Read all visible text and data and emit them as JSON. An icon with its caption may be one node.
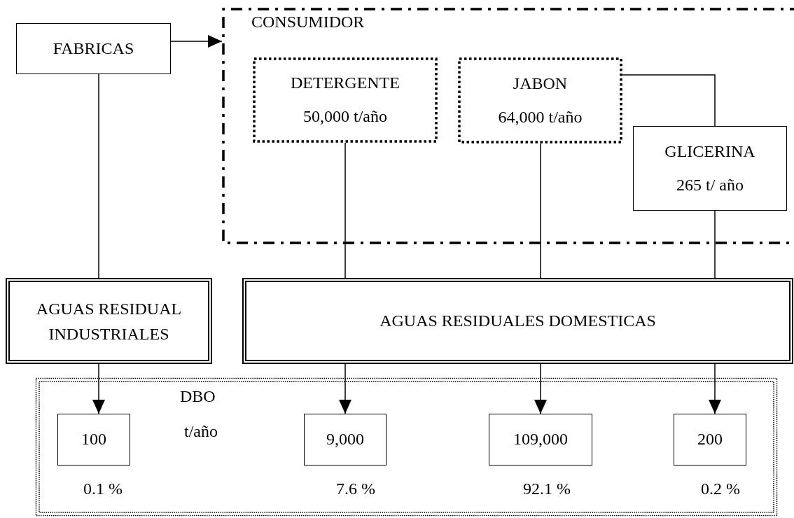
{
  "diagram": {
    "nodes": [
      {
        "text": [
          "FABRICAS"
        ]
      },
      {
        "text": [
          "CONSUMIDOR"
        ]
      },
      {
        "text": [
          "DETERGENTE",
          "50,000 t/año"
        ],
        "in": 1
      },
      {
        "text": [
          "JABON",
          "64,000 t/año"
        ],
        "in": 1
      },
      {
        "text": [
          "GLICERINA",
          "265 t/ año"
        ],
        "in": 1
      },
      {
        "text": [
          "AGUAS RESIDUAL INDUSTRIALES"
        ]
      },
      {
        "text": [
          "AGUAS RESIDUALES DOMESTICAS"
        ]
      },
      {
        "text": [
          "DBO",
          "t/año"
        ]
      },
      {
        "text": [
          "100"
        ],
        "in": 7,
        "beside": [
          "0.1 %"
        ]
      },
      {
        "text": [
          "9,000"
        ],
        "in": 7,
        "beside": [
          "7.6 %"
        ]
      },
      {
        "text": [
          "109,000"
        ],
        "in": 7,
        "beside": [
          "92.1 %"
        ]
      },
      {
        "text": [
          "200"
        ],
        "in": 7,
        "beside": [
          "0.2 %"
        ]
      }
    ],
    "edges": [
      {
        "from": 0,
        "to": 1,
        "arrow": "to"
      },
      {
        "from": 0,
        "to": 5,
        "arrow": "none"
      },
      {
        "from": 2,
        "to": 6,
        "arrow": "none"
      },
      {
        "from": 3,
        "to": 6,
        "arrow": "none"
      },
      {
        "from": 3,
        "to": 4,
        "arrow": "none"
      },
      {
        "from": 4,
        "to": 6,
        "arrow": "none"
      },
      {
        "from": 5,
        "to": 8,
        "arrow": "to"
      },
      {
        "from": 6,
        "to": 9,
        "arrow": "to"
      },
      {
        "from": 6,
        "to": 10,
        "arrow": "to"
      },
      {
        "from": 6,
        "to": 11,
        "arrow": "to"
      }
    ]
  }
}
